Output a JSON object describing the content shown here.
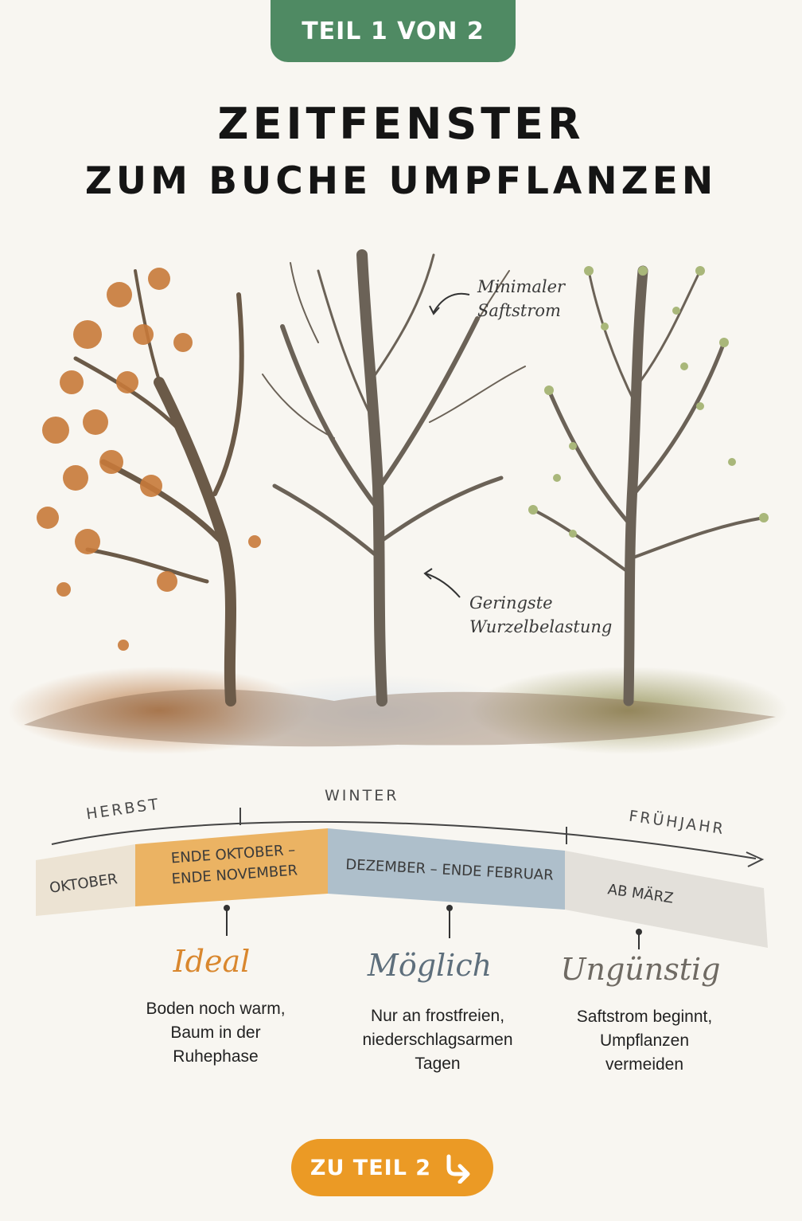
{
  "badge": "TEIL 1 VON 2",
  "title": {
    "line1": "ZEITFENSTER",
    "line2": "ZUM BUCHE UMPFLANZEN"
  },
  "annotations": {
    "saftstrom_line1": "Minimaler",
    "saftstrom_line2": "Saftstrom",
    "wurzel_line1": "Geringste",
    "wurzel_line2": "Wurzelbelastung"
  },
  "timeline": {
    "seasons": [
      "HERBST",
      "WINTER",
      "FRÜHJAHR"
    ],
    "segments": [
      {
        "label": "OKTOBER",
        "color": "#ece3d3"
      },
      {
        "label_line1": "ENDE OKTOBER –",
        "label_line2": "ENDE NOVEMBER",
        "color": "#ebb363"
      },
      {
        "label": "DEZEMBER – ENDE FEBRUAR",
        "color": "#aebfcb"
      },
      {
        "label": "AB MÄRZ",
        "color": "#e3e0da"
      }
    ]
  },
  "verdicts": [
    {
      "title": "Ideal",
      "color": "#d9872e",
      "text": "Boden noch warm,\nBaum in der\nRuhephase"
    },
    {
      "title": "Möglich",
      "color": "#5e6f7c",
      "text": "Nur an frostfreien,\nniederschlagsarmen\nTagen"
    },
    {
      "title": "Ungünstig",
      "color": "#6f6a63",
      "text": "Saftstrom beginnt,\nUmpflanzen\nvermeiden"
    }
  ],
  "cta": {
    "label": "ZU TEIL 2",
    "icon": "arrow-down-right-icon"
  }
}
